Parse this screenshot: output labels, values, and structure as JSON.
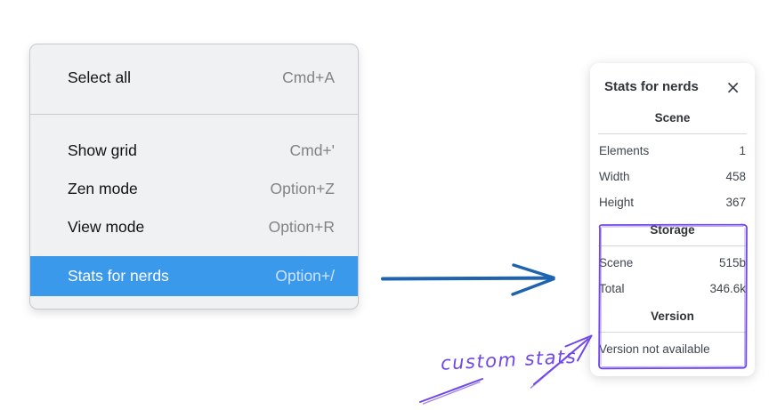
{
  "context_menu": {
    "items": [
      {
        "label": "Select all",
        "shortcut": "Cmd+A",
        "highlighted": false
      },
      {
        "label": "Show grid",
        "shortcut": "Cmd+'",
        "highlighted": false
      },
      {
        "label": "Zen mode",
        "shortcut": "Option+Z",
        "highlighted": false
      },
      {
        "label": "View mode",
        "shortcut": "Option+R",
        "highlighted": false
      },
      {
        "label": "Stats for nerds",
        "shortcut": "Option+/",
        "highlighted": true
      }
    ],
    "highlight_color": "#3b99ec"
  },
  "stats_panel": {
    "title": "Stats for nerds",
    "close_icon": "×",
    "sections": [
      {
        "title": "Scene",
        "rows": [
          {
            "label": "Elements",
            "value": "1"
          },
          {
            "label": "Width",
            "value": "458"
          },
          {
            "label": "Height",
            "value": "367"
          }
        ]
      },
      {
        "title": "Storage",
        "rows": [
          {
            "label": "Scene",
            "value": "515b"
          },
          {
            "label": "Total",
            "value": "346.6k"
          }
        ]
      },
      {
        "title": "Version",
        "note": "Version not available"
      }
    ]
  },
  "annotations": {
    "custom_stats_label": "custom stats",
    "purple_color": "#7048e8",
    "blue_arrow_color": "#1e63b0"
  }
}
